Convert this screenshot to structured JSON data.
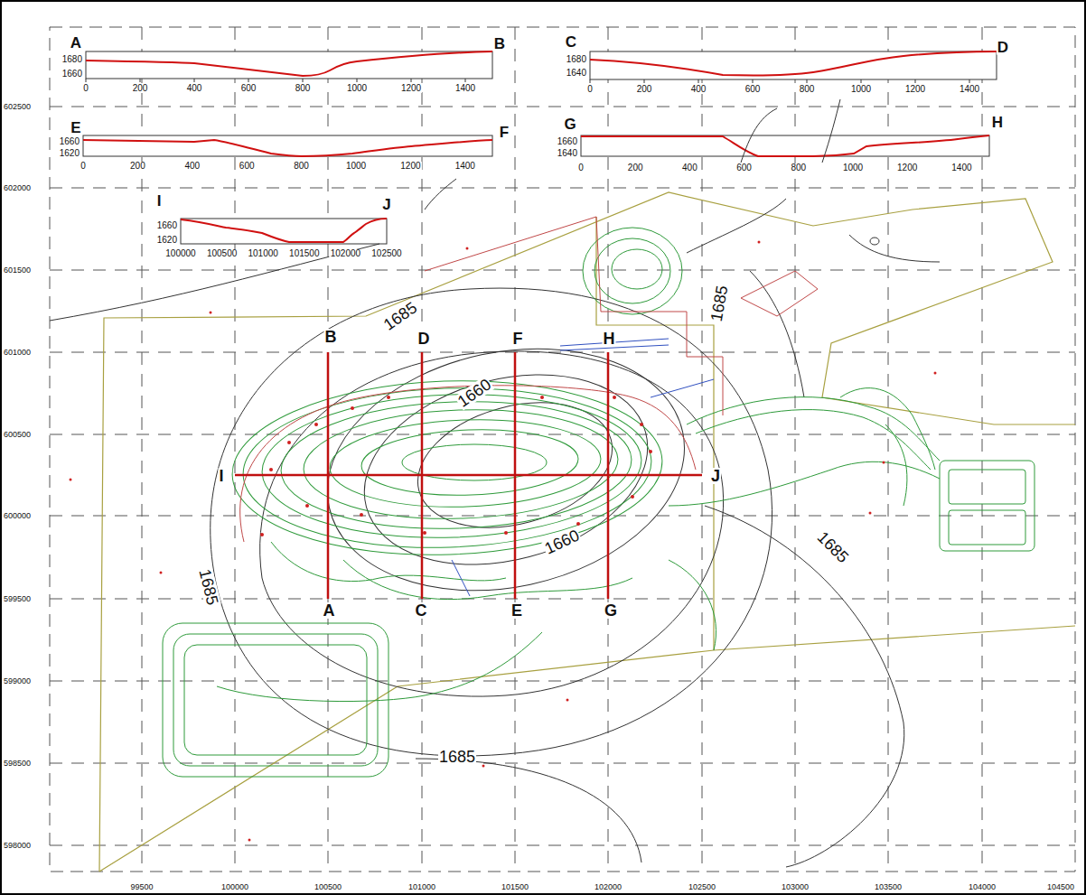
{
  "diagram": {
    "labels": [
      "A",
      "B",
      "1680",
      "1660",
      "0",
      "200",
      "400",
      "600",
      "800",
      "1000",
      "1200",
      "1400",
      "C",
      "D",
      "1680",
      "1640",
      "0",
      "200",
      "400",
      "600",
      "800",
      "1000",
      "1200",
      "1400",
      "E",
      "F",
      "1660",
      "1620",
      "0",
      "200",
      "400",
      "600",
      "800",
      "1000",
      "1200",
      "1400",
      "G",
      "H",
      "1660",
      "1640",
      "0",
      "200",
      "400",
      "600",
      "800",
      "1000",
      "1200",
      "1400",
      "I",
      "J",
      "1660",
      "1620",
      "100000",
      "100500",
      "101000",
      "101500",
      "102000",
      "102500",
      "602500",
      "602000",
      "601500",
      "601000",
      "600500",
      "600000",
      "599500",
      "599000",
      "598500",
      "598000",
      "99500",
      "100000",
      "100500",
      "101000",
      "101500",
      "102000",
      "102500",
      "103000",
      "103500",
      "104000",
      "104500",
      "B",
      "D",
      "F",
      "H",
      "A",
      "C",
      "E",
      "G",
      "I",
      "J",
      "1685",
      "1660",
      "1685",
      "1685",
      "1660",
      "1685",
      "1685"
    ]
  }
}
